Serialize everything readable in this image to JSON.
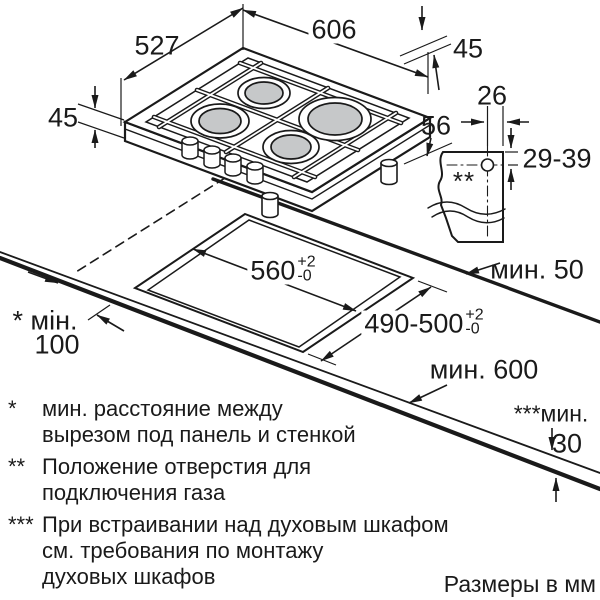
{
  "colors": {
    "line": "#1a1a1a",
    "burner_fill": "#c6c8c9",
    "background": "#ffffff"
  },
  "dimensions": {
    "hob_width": "606",
    "hob_depth": "527",
    "hob_height_left": "45",
    "hob_height_right": "45",
    "hob_depth_below": "56",
    "gas_offset": "26",
    "gas_height_range": "29-39",
    "gas_marker": "**",
    "cutout_width": "560",
    "cutout_width_tol_plus": "+2",
    "cutout_width_tol_minus": "-0",
    "cutout_depth": "490-500",
    "cutout_depth_tol_plus": "+2",
    "cutout_depth_tol_minus": "-0",
    "rear_clearance": "мин. 50",
    "side_clearance_label": "* мін.",
    "side_clearance_value": "100",
    "front_clearance": "мин. 600",
    "below_clearance_label": "***мин.",
    "below_clearance_value": "30"
  },
  "footnotes": [
    {
      "marker": "*",
      "lines": [
        "мин. расстояние между",
        "вырезом под панель и стенкой"
      ]
    },
    {
      "marker": "**",
      "lines": [
        "Положение отверстия для",
        "подключения газа"
      ]
    },
    {
      "marker": "***",
      "lines": [
        "При встраивании над духовым шкафом",
        "см. требования по монтажу",
        "духовых шкафов"
      ]
    }
  ],
  "units_note": "Размеры в мм"
}
